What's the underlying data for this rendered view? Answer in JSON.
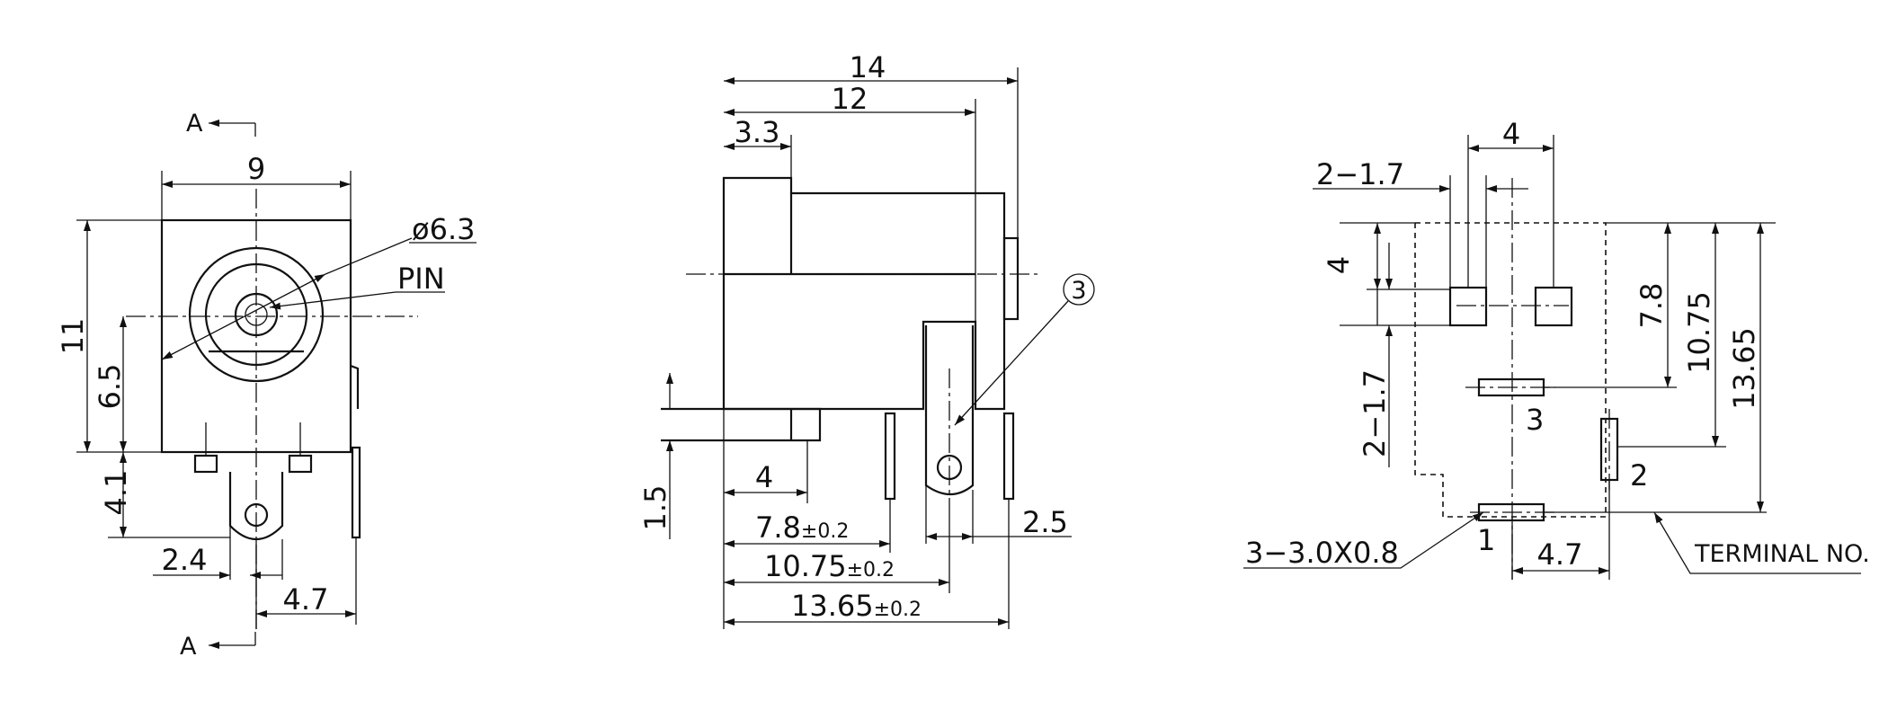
{
  "front_view": {
    "section_label_top": "A",
    "section_label_bottom": "A",
    "dim_width": "9",
    "dim_height": "11",
    "dim_diameter": "ø6.3",
    "pin_label": "PIN",
    "dim_center_height": "6.5",
    "dim_pin_depth": "4.1",
    "dim_pin_offset": "2.4",
    "dim_pin_spacing": "4.7"
  },
  "side_view": {
    "dim_total_length": "14",
    "dim_body_length": "12",
    "dim_barrel_length": "3.3",
    "terminal_callout": "3",
    "dim_pin_height": "1.5",
    "dim_pin1_pos": "4",
    "dim_pin2_pos": "7.8",
    "dim_pin3_pos": "10.75",
    "dim_pin4_pos": "13.65",
    "tolerance": "±0.2",
    "dim_pin_width": "2.5"
  },
  "pcb_view": {
    "dim_pad_spacing": "4",
    "dim_slot_width_top": "2−1.7",
    "dim_slot_height": "4",
    "dim_slot_width_side": "2−1.7",
    "dim_row_78": "7.8",
    "dim_row_1075": "10.75",
    "dim_row_1365": "13.65",
    "dim_terminal_offset": "4.7",
    "slot_callout": "3−3.0X0.8",
    "terminal_label": "TERMINAL NO.",
    "terminal_1": "1",
    "terminal_2": "2",
    "terminal_3": "3"
  }
}
